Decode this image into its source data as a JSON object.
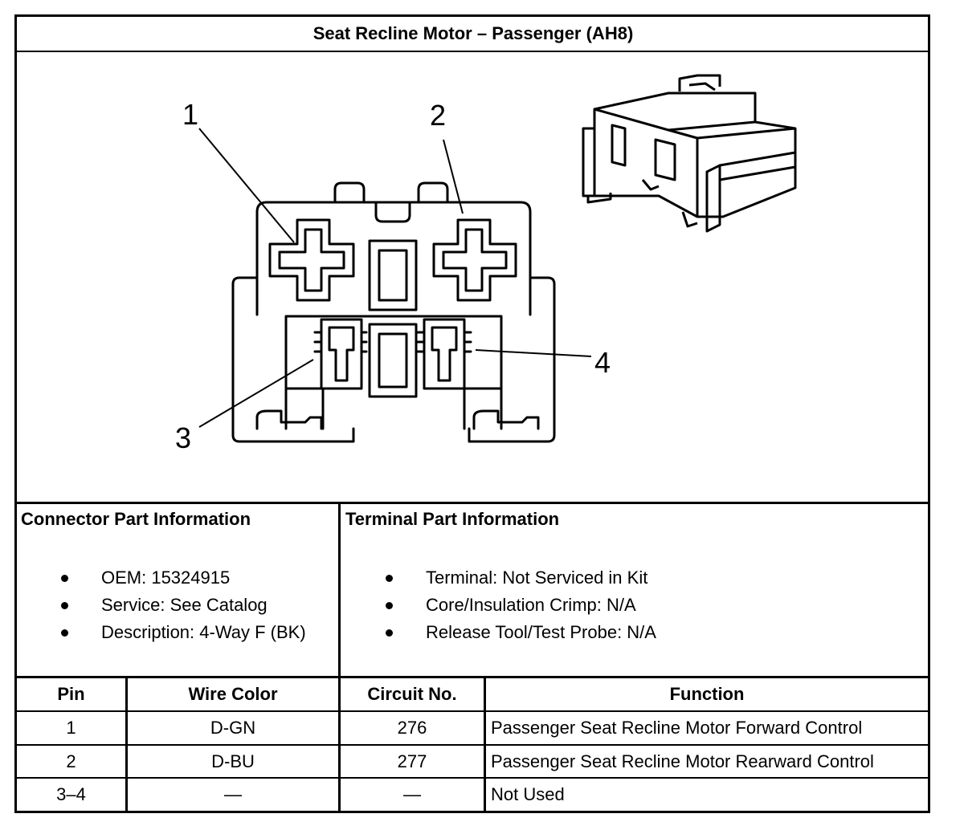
{
  "title": "Seat Recline Motor – Passenger (AH8)",
  "diagram": {
    "pin_labels": [
      "1",
      "2",
      "3",
      "4"
    ]
  },
  "connector_info": {
    "heading": "Connector Part Information",
    "items": [
      "OEM: 15324915",
      "Service: See Catalog",
      "Description: 4-Way F (BK)"
    ]
  },
  "terminal_info": {
    "heading": "Terminal Part Information",
    "items": [
      "Terminal: Not Serviced in Kit",
      "Core/Insulation Crimp: N/A",
      "Release Tool/Test Probe: N/A"
    ]
  },
  "pin_table": {
    "headers": [
      "Pin",
      "Wire Color",
      "Circuit No.",
      "Function"
    ],
    "rows": [
      [
        "1",
        "D-GN",
        "276",
        "Passenger Seat Recline Motor Forward Control"
      ],
      [
        "2",
        "D-BU",
        "277",
        "Passenger Seat Recline Motor Rearward Control"
      ],
      [
        "3–4",
        "—",
        "—",
        "Not Used"
      ]
    ]
  }
}
